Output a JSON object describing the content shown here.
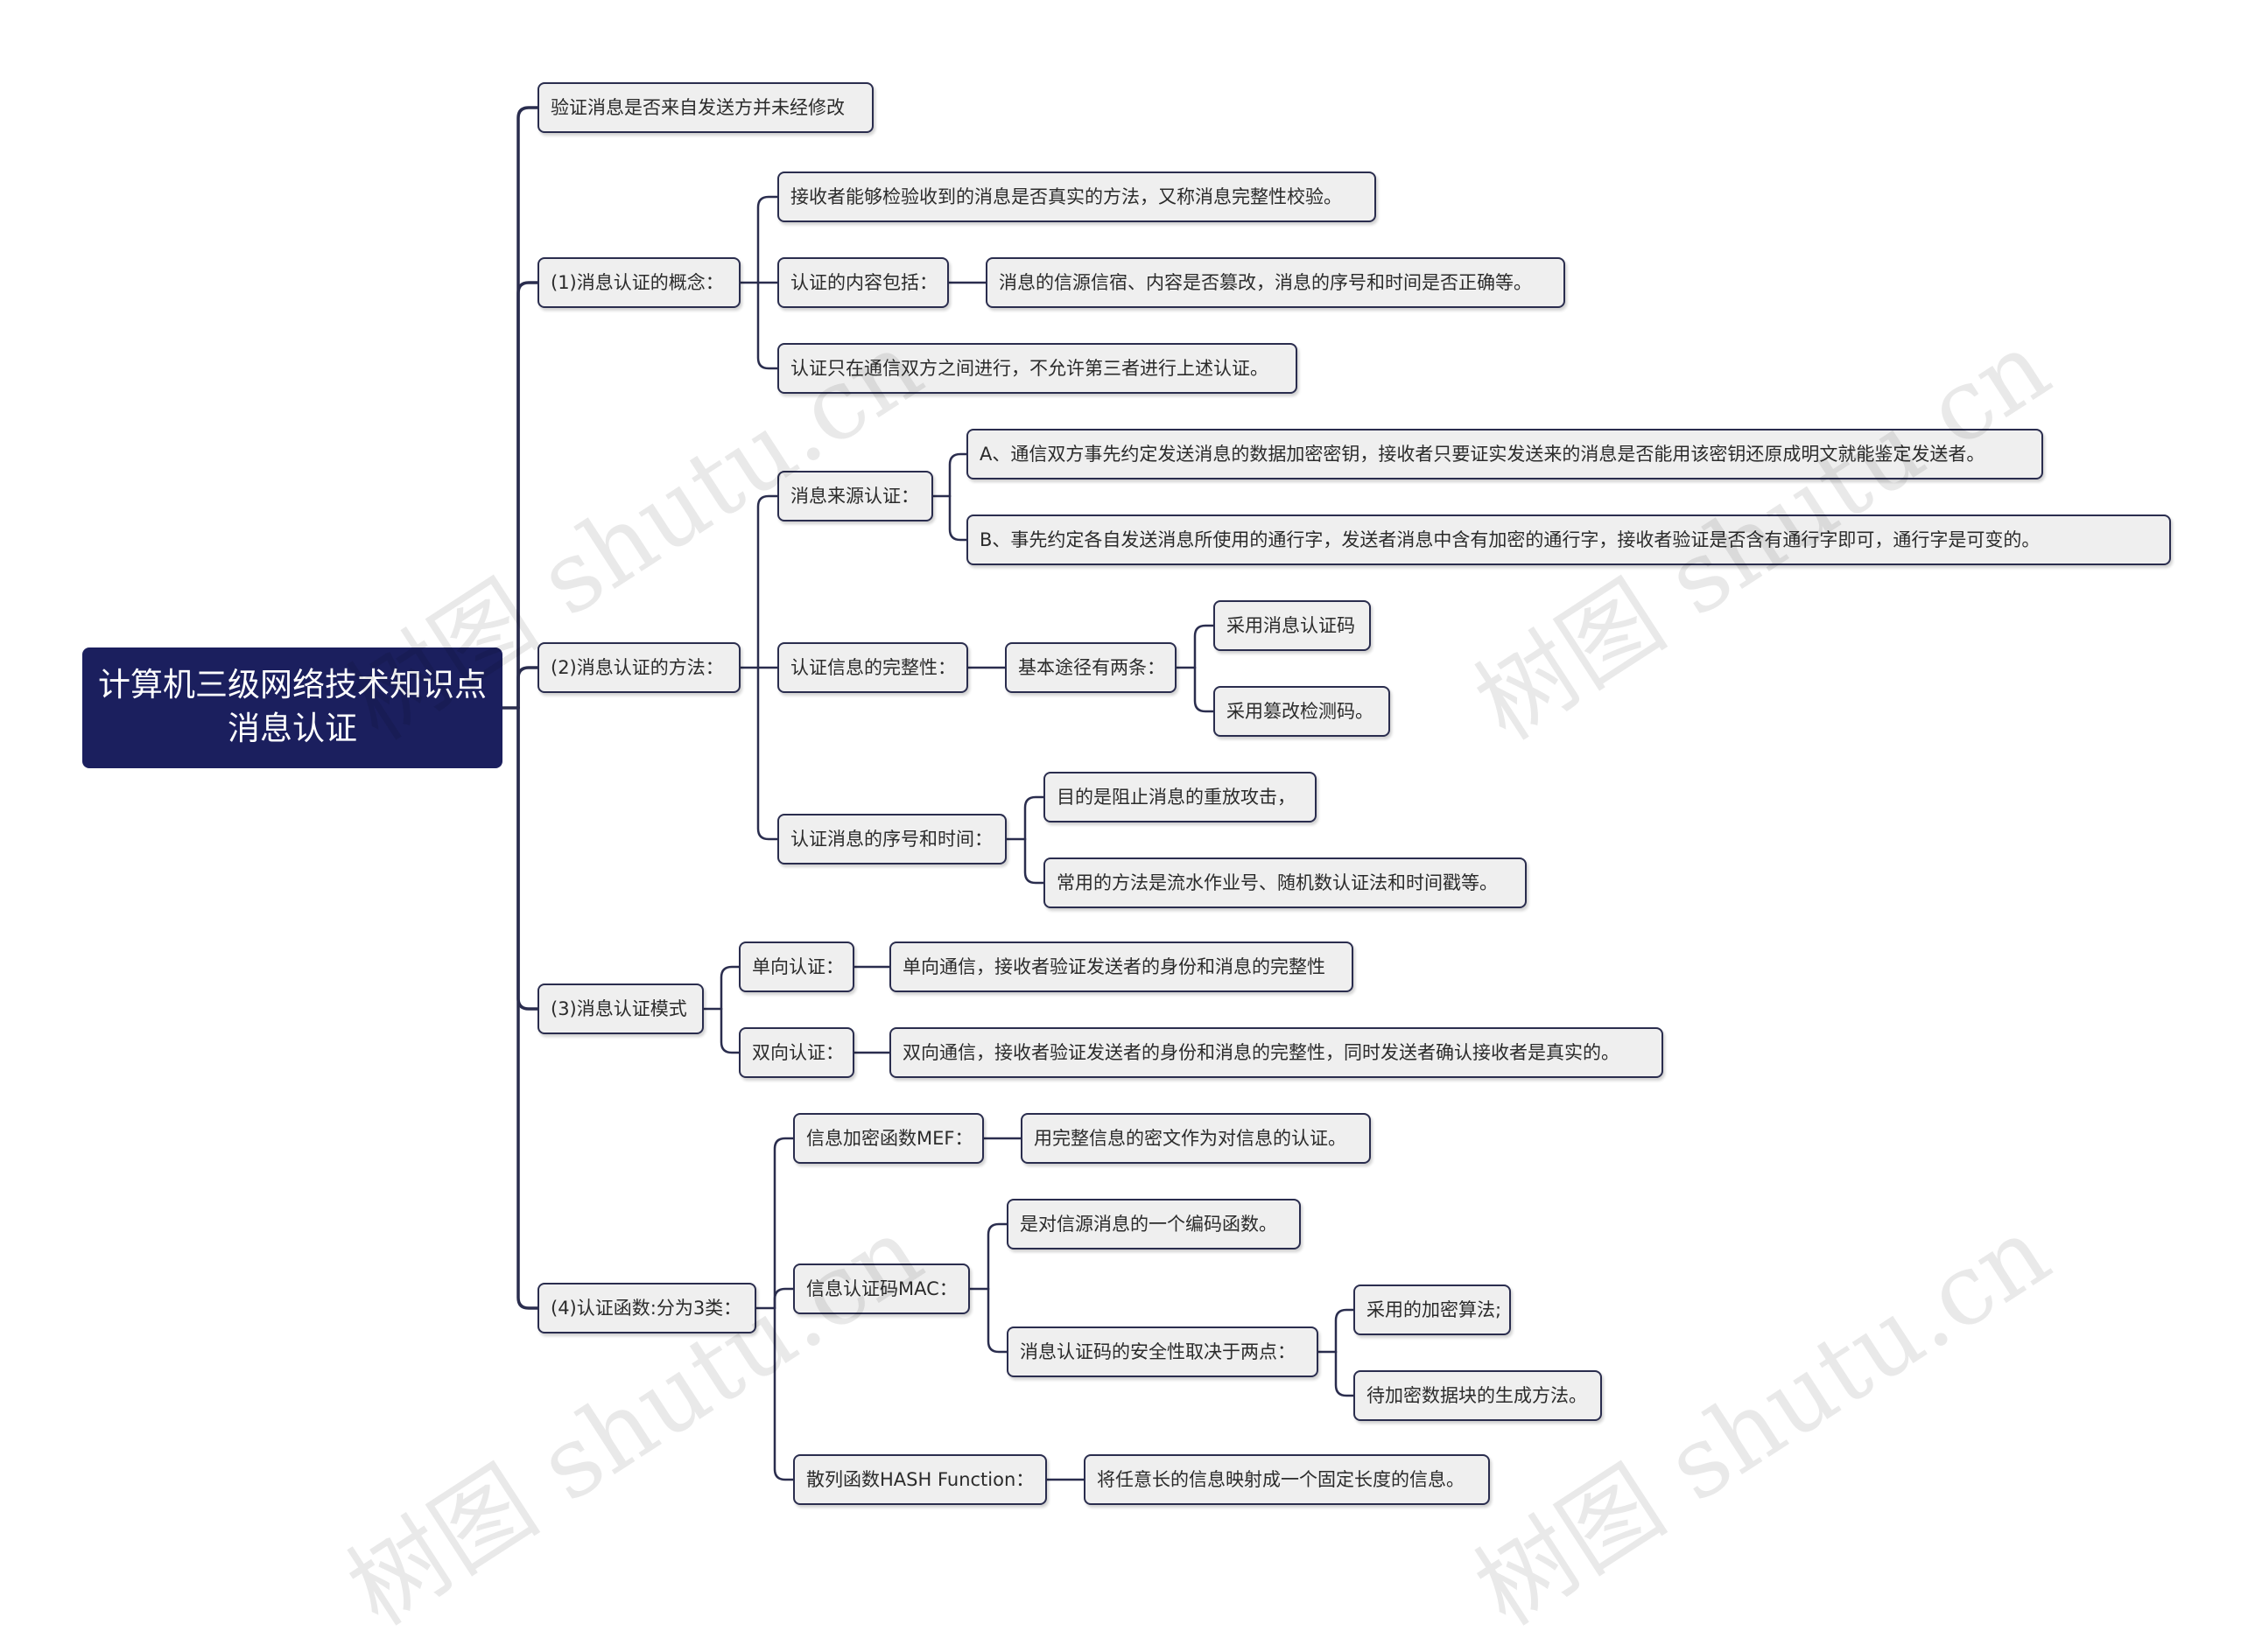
{
  "root": "计算机三级网络技术知识点消息认证",
  "watermark": "树图 shutu.cn",
  "colors": {
    "root_fill": "#1b1f5e",
    "line": "#2a2d4e",
    "node_fill": "#efefef"
  },
  "nodes": {
    "n1": "验证消息是否来自发送方并未经修改",
    "n2": "(1)消息认证的概念：",
    "n2a": "接收者能够检验收到的消息是否真实的方法，又称消息完整性校验。",
    "n2b": "认证的内容包括：",
    "n2b1": "消息的信源信宿、内容是否篡改，消息的序号和时间是否正确等。",
    "n2c": "认证只在通信双方之间进行，不允许第三者进行上述认证。",
    "n3": "(2)消息认证的方法：",
    "n3a": "消息来源认证：",
    "n3a1": "A、通信双方事先约定发送消息的数据加密密钥，接收者只要证实发送来的消息是否能用该密钥还原成明文就能鉴定发送者。",
    "n3a2": "B、事先约定各自发送消息所使用的通行字，发送者消息中含有加密的通行字，接收者验证是否含有通行字即可，通行字是可变的。",
    "n3b": "认证信息的完整性：",
    "n3b1": "基本途径有两条：",
    "n3b1a": "采用消息认证码",
    "n3b1b": "采用篡改检测码。",
    "n3c": "认证消息的序号和时间：",
    "n3c1": "目的是阻止消息的重放攻击，",
    "n3c2": "常用的方法是流水作业号、随机数认证法和时间戳等。",
    "n4": "(3)消息认证模式",
    "n4a": "单向认证：",
    "n4a1": "单向通信，接收者验证发送者的身份和消息的完整性",
    "n4b": "双向认证：",
    "n4b1": "双向通信，接收者验证发送者的身份和消息的完整性，同时发送者确认接收者是真实的。",
    "n5": "(4)认证函数:分为3类：",
    "n5a": "信息加密函数MEF：",
    "n5a1": "用完整信息的密文作为对信息的认证。",
    "n5b": "信息认证码MAC：",
    "n5b1": "是对信源消息的一个编码函数。",
    "n5b2": "消息认证码的安全性取决于两点：",
    "n5b2a": "采用的加密算法;",
    "n5b2b": "待加密数据块的生成方法。",
    "n5c": "散列函数HASH Function：",
    "n5c1": "将任意长的信息映射成一个固定长度的信息。"
  }
}
